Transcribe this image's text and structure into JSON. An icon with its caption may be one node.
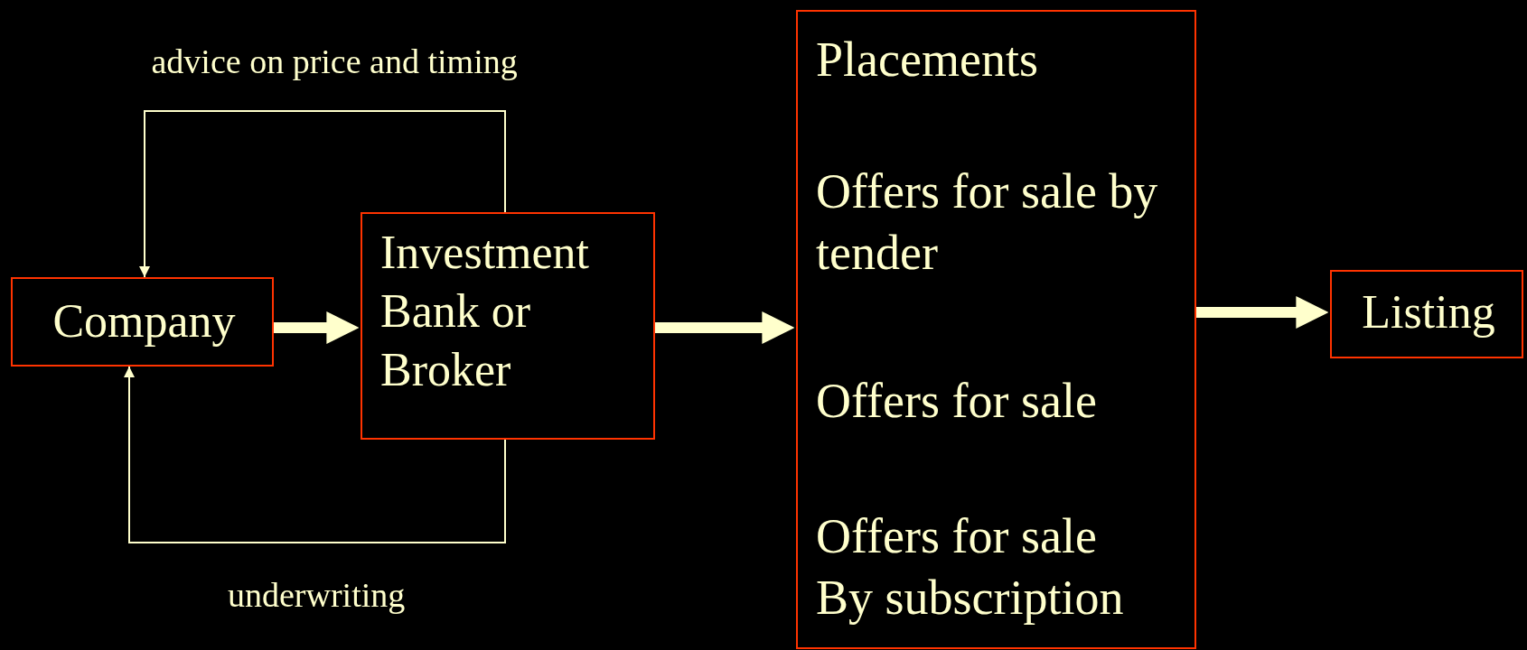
{
  "diagram": {
    "nodes": [
      {
        "text": [
          "Company"
        ]
      },
      {
        "text": [
          "Investment Bank or Broker"
        ]
      },
      {
        "text": [
          "Placements",
          "Offers for sale by tender",
          "Offers for sale",
          "Offers for sale By subscription"
        ]
      },
      {
        "text": [
          "Listing"
        ]
      }
    ],
    "edges": [
      {
        "from": 0,
        "to": 1,
        "arrow": "to"
      },
      {
        "from": 1,
        "to": 0,
        "arrow": "to",
        "label": "advice on price and timing"
      },
      {
        "from": 1,
        "to": 0,
        "arrow": "to",
        "label": "underwriting"
      },
      {
        "from": 1,
        "to": 2,
        "arrow": "to"
      },
      {
        "from": 2,
        "to": 3,
        "arrow": "to"
      }
    ]
  }
}
